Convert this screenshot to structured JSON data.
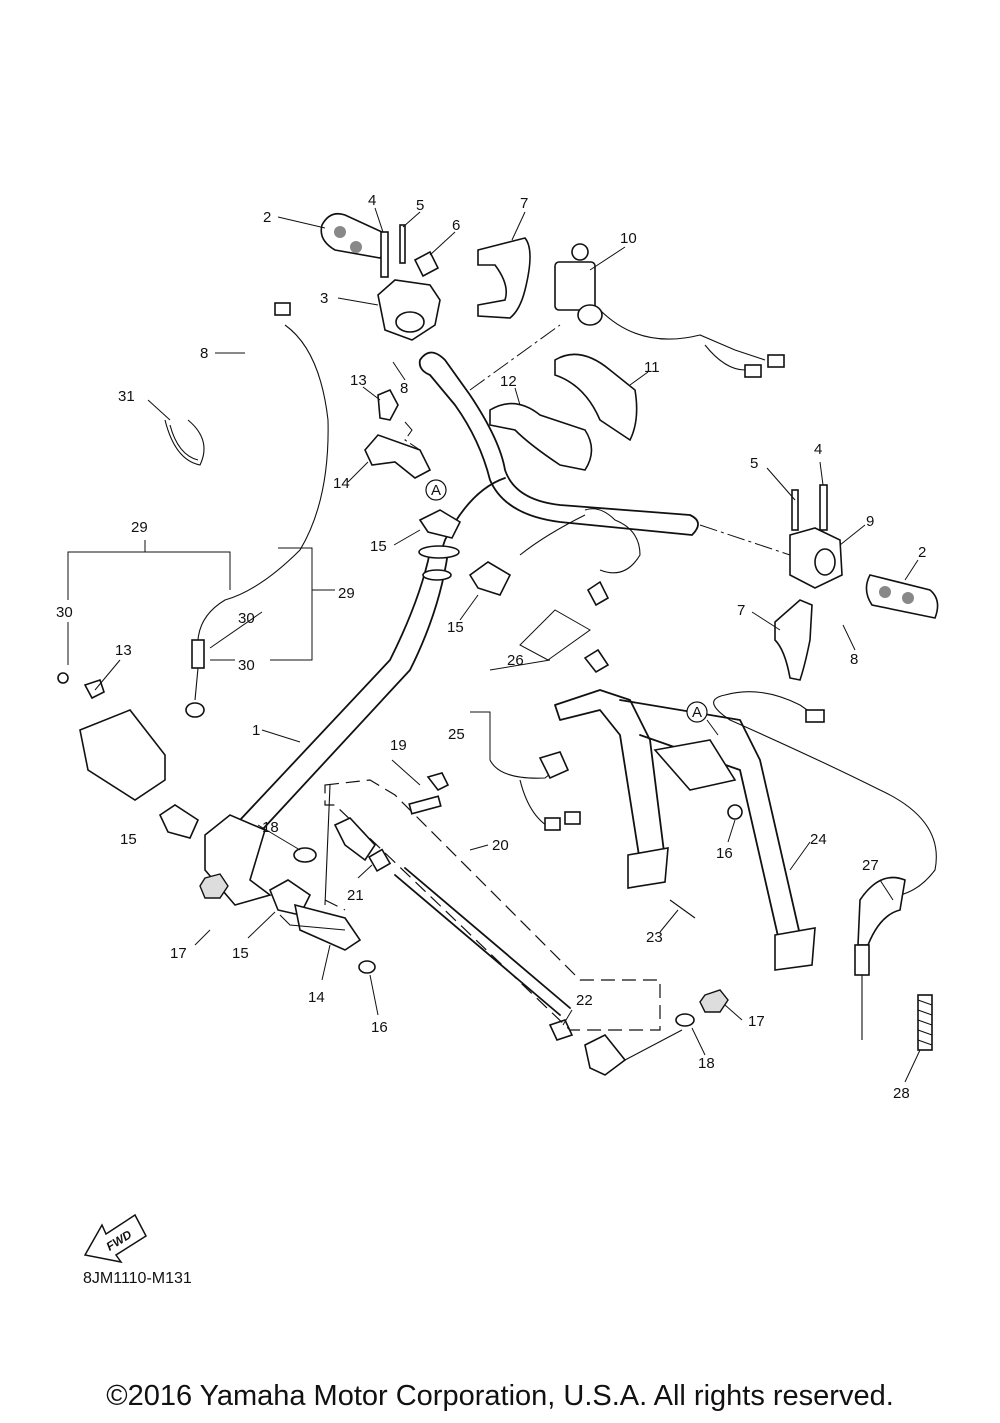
{
  "diagram_code": "8JM1110-M131",
  "copyright": "©2016 Yamaha Motor Corporation, U.S.A. All rights reserved.",
  "fwd_label": "FWD",
  "reference_marker": "A",
  "callouts": {
    "c1": "1",
    "c2a": "2",
    "c2b": "2",
    "c3": "3",
    "c4a": "4",
    "c4b": "4",
    "c5a": "5",
    "c5b": "5",
    "c6": "6",
    "c7a": "7",
    "c7b": "7",
    "c8a": "8",
    "c8b": "8",
    "c8c": "8",
    "c9": "9",
    "c10": "10",
    "c11": "11",
    "c12": "12",
    "c13a": "13",
    "c13b": "13",
    "c14a": "14",
    "c14b": "14",
    "c15a": "15",
    "c15b": "15",
    "c15c": "15",
    "c15d": "15",
    "c16a": "16",
    "c16b": "16",
    "c17a": "17",
    "c17b": "17",
    "c18a": "18",
    "c18b": "18",
    "c19": "19",
    "c20": "20",
    "c21": "21",
    "c22": "22",
    "c23": "23",
    "c24": "24",
    "c25": "25",
    "c26": "26",
    "c27": "27",
    "c28": "28",
    "c29a": "29",
    "c29b": "29",
    "c30a": "30",
    "c30b": "30",
    "c30c": "30",
    "c31": "31"
  },
  "icons": [
    "fwd-arrow-icon"
  ]
}
